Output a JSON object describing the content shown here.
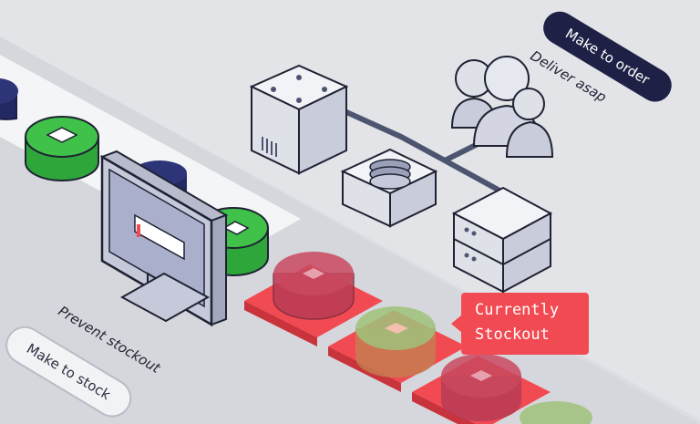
{
  "labels": {
    "make_to_order": "Make to order",
    "deliver_asap": "Deliver asap",
    "prevent_stockout": "Prevent stockout",
    "make_to_stock": "Make to stock"
  },
  "callout": {
    "line1": "Currently",
    "line2": "Stockout"
  },
  "colors": {
    "background": "#dcdde2",
    "shelf_light": "#f4f5f7",
    "stock_red": "#f24a52",
    "disk_green": "#3fc14a",
    "disk_navy": "#232a63",
    "pill_dark": "#1e2145",
    "outline": "#2a2d3f"
  },
  "icons": [
    "document-icon",
    "chip-icon",
    "computer-monitor-icon",
    "server-cube-icon",
    "database-icon",
    "server-rack-icon",
    "users-group-icon"
  ]
}
